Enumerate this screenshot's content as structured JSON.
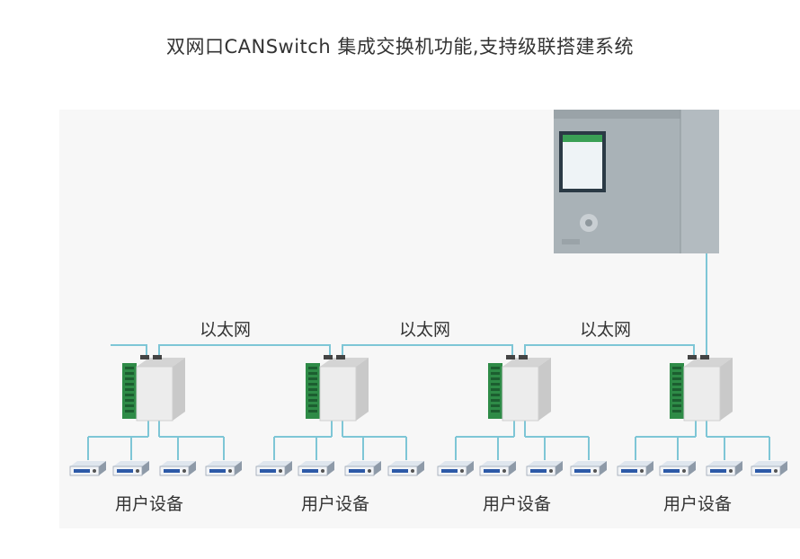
{
  "title": "双网口CANSwitch 集成交换机功能,支持级联搭建系统",
  "ethernet_labels": [
    "以太网",
    "以太网",
    "以太网"
  ],
  "device_labels": [
    "用户设备",
    "用户设备",
    "用户设备",
    "用户设备"
  ],
  "colors": {
    "line": "#7ec6d6",
    "module": "#e6e6e6",
    "terminal": "#2e8b47",
    "plc": "#aab3b8"
  }
}
